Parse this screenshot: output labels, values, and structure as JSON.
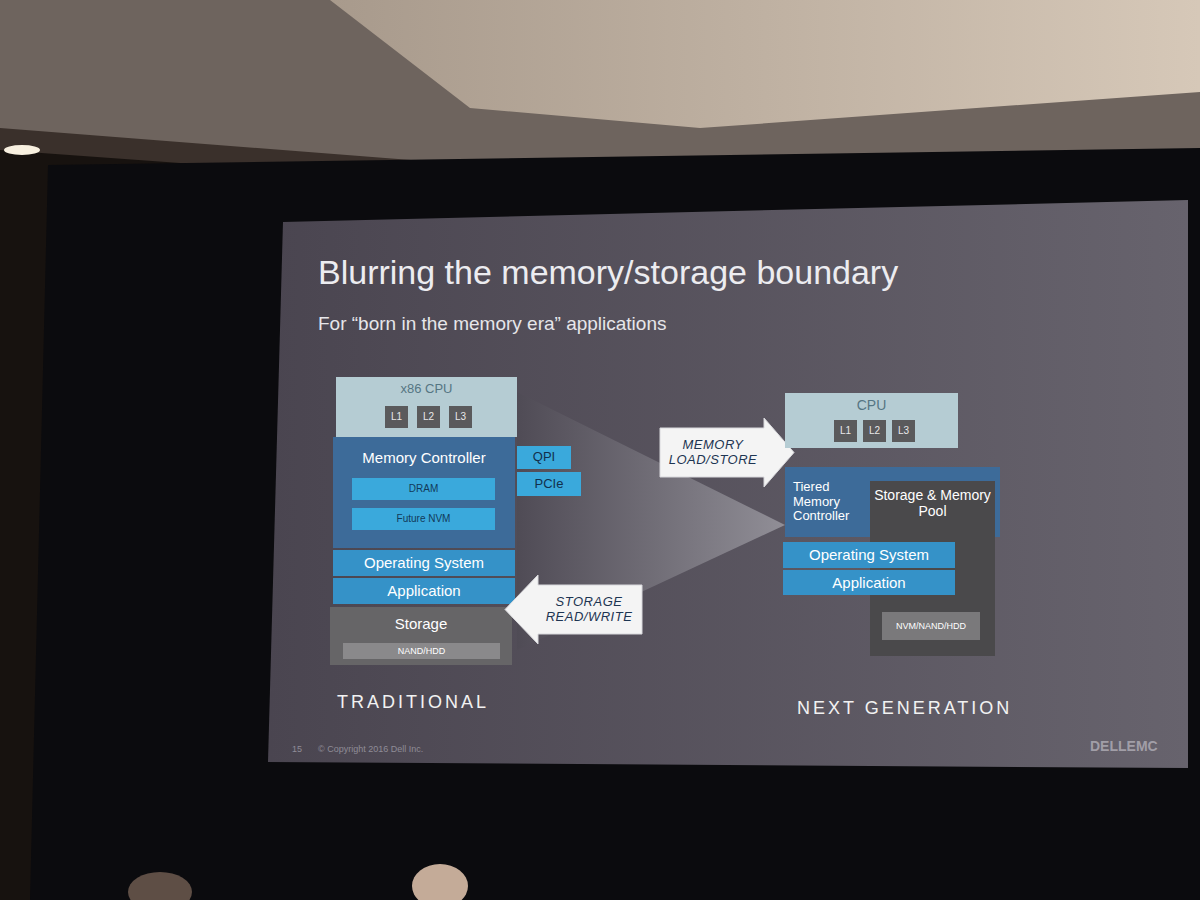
{
  "diagram": {
    "title": "Blurring the memory/storage boundary",
    "nodes": [
      {
        "text": [
          "x86 CPU"
        ]
      },
      {
        "text": [
          "L1"
        ],
        "in": 0
      },
      {
        "text": [
          "L2"
        ],
        "in": 0
      },
      {
        "text": [
          "L3"
        ],
        "in": 0
      },
      {
        "text": [
          "Memory Controller"
        ]
      },
      {
        "text": [
          "DRAM"
        ],
        "in": 4
      },
      {
        "text": [
          "Future NVM"
        ],
        "in": 4
      },
      {
        "text": [
          "QPI"
        ]
      },
      {
        "text": [
          "PCIe"
        ]
      },
      {
        "text": [
          "Operating System"
        ]
      },
      {
        "text": [
          "Application"
        ]
      },
      {
        "text": [
          "Storage"
        ]
      },
      {
        "text": [
          "NAND/HDD"
        ],
        "in": 11
      },
      {
        "text": [
          "MEMORY LOAD/STORE"
        ]
      },
      {
        "text": [
          "STORAGE READ/WRITE"
        ]
      },
      {
        "text": [
          "CPU"
        ]
      },
      {
        "text": [
          "L1"
        ],
        "in": 15
      },
      {
        "text": [
          "L2"
        ],
        "in": 15
      },
      {
        "text": [
          "L3"
        ],
        "in": 15
      },
      {
        "text": [
          "Tiered Memory Controller"
        ]
      },
      {
        "text": [
          "Storage & Memory Pool"
        ]
      },
      {
        "text": [
          "Operating System"
        ]
      },
      {
        "text": [
          "Application"
        ]
      },
      {
        "text": [
          "NVM/NAND/HDD"
        ],
        "in": 20
      }
    ],
    "labels": [
      "For “born in the memory era” applications",
      "TRADITIONAL",
      "NEXT GENERATION",
      "15",
      "© Copyright 2016 Dell Inc.",
      "DELLEMC"
    ]
  }
}
